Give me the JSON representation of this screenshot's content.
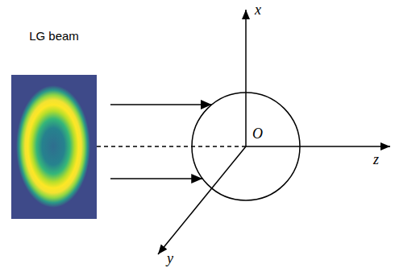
{
  "diagram": {
    "nodes": [
      {
        "text": [
          "LG beam"
        ]
      },
      {
        "text": [
          "O"
        ]
      }
    ],
    "edges": [
      {
        "from": 0,
        "to": 1,
        "arrow": "to"
      },
      {
        "from": 0,
        "to": 1,
        "arrow": "to"
      }
    ],
    "labels": [
      "x",
      "z",
      "y"
    ]
  }
}
